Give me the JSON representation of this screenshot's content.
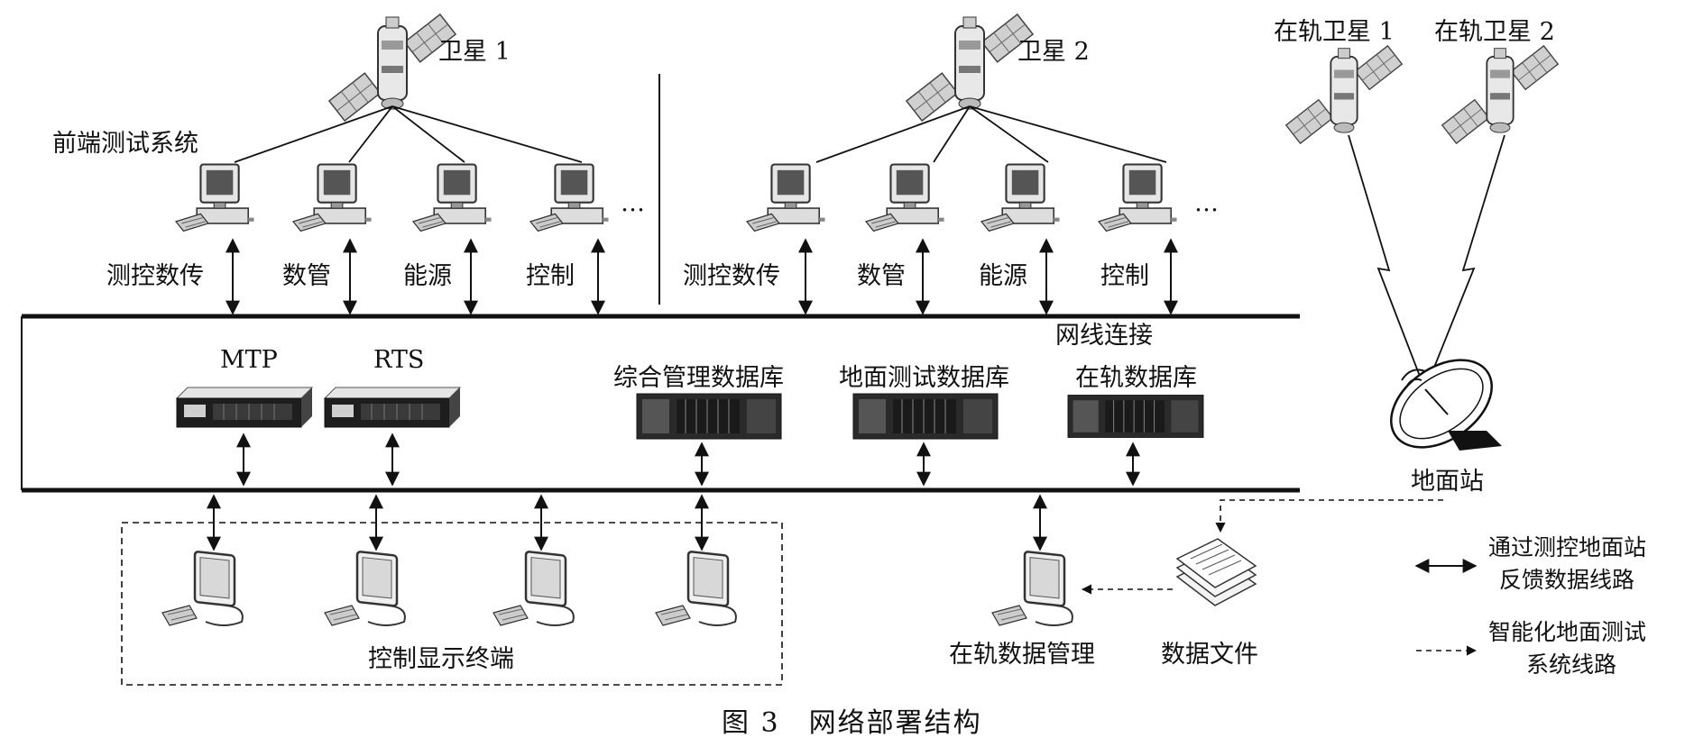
{
  "satellites": {
    "sat1": "卫星 1",
    "sat2": "卫星 2",
    "orbit1": "在轨卫星 1",
    "orbit2": "在轨卫星 2"
  },
  "front_end_label": "前端测试系统",
  "subsystems_1": [
    "测控数传",
    "数管",
    "能源",
    "控制"
  ],
  "subsystems_2": [
    "测控数传",
    "数管",
    "能源",
    "控制"
  ],
  "ellipsis": "…",
  "network_label": "网线连接",
  "servers": {
    "mtp": "MTP",
    "rts": "RTS",
    "db_integrated": "综合管理数据库",
    "db_ground": "地面测试数据库",
    "db_orbit": "在轨数据库"
  },
  "ground_station": "地面站",
  "display_terminal": "控制显示终端",
  "orbit_data_mgmt": "在轨数据管理",
  "data_file": "数据文件",
  "legend": {
    "solid_line1": "通过测控地面站",
    "solid_line2": "反馈数据线路",
    "dashed_line1": "智能化地面测试",
    "dashed_line2": "系统线路"
  },
  "caption": "图 3　网络部署结构"
}
